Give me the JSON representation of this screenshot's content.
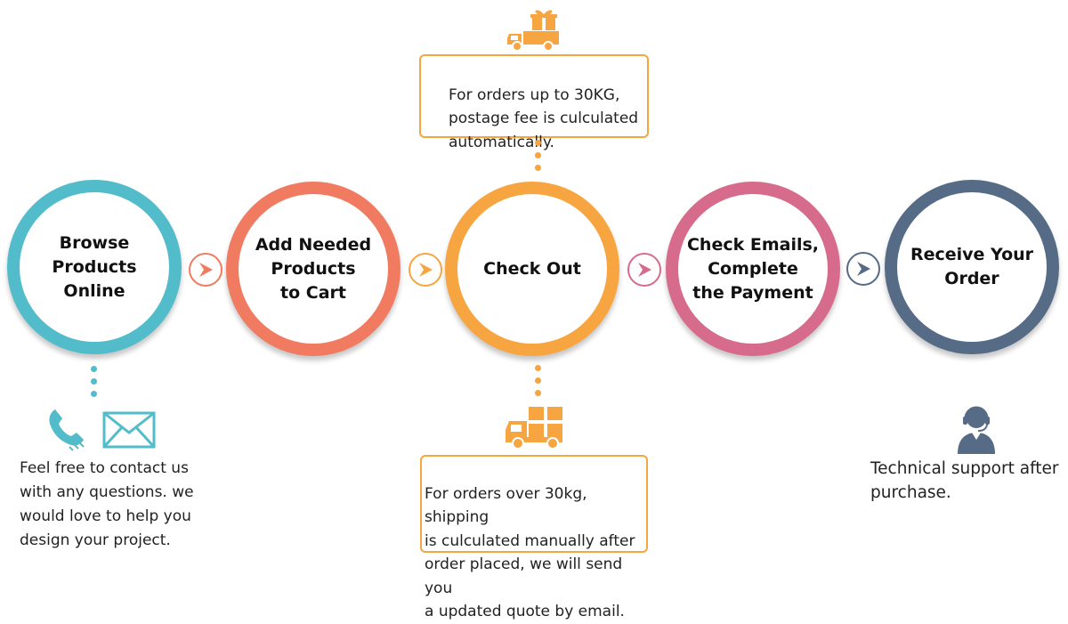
{
  "colors": {
    "browse": "#52bcca",
    "add": "#f07b60",
    "checkout": "#f7a540",
    "emails": "#d66b8b",
    "receive": "#566b85",
    "arrow_fill": "#f07b60",
    "text": "#222222"
  },
  "steps": [
    {
      "id": "browse",
      "label": "Browse\nProducts\nOnline"
    },
    {
      "id": "add",
      "label": "Add Needed\nProducts\nto Cart"
    },
    {
      "id": "checkout",
      "label": "Check Out"
    },
    {
      "id": "emails",
      "label": "Check Emails,\nComplete\nthe Payment"
    },
    {
      "id": "receive",
      "label": "Receive Your\nOrder"
    }
  ],
  "shipping_small": {
    "icon": "gift-truck-icon",
    "text": "For orders up to 30KG,\npostage fee is culculated\nautomatically."
  },
  "shipping_large": {
    "icon": "cargo-truck-icon",
    "text": "For orders over 30kg, shipping\nis culculated manually after\norder placed, we will send you\na updated quote by email."
  },
  "contact": {
    "icons": [
      "phone-icon",
      "envelope-icon"
    ],
    "text": "Feel free to contact us\nwith any questions. we\nwould love to help you\ndesign your project."
  },
  "support": {
    "icon": "support-agent-icon",
    "text": "Technical support after\npurchase."
  }
}
